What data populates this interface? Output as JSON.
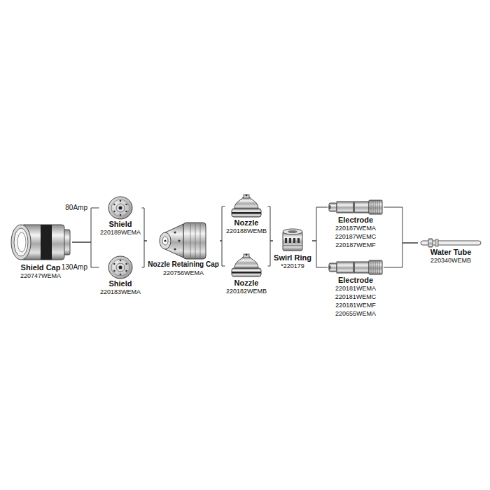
{
  "diagram": {
    "nodes": [
      {
        "text": [
          "Shield Cap",
          "220747WEMA"
        ]
      },
      {
        "text": [
          "Shield",
          "220189WEMA"
        ]
      },
      {
        "text": [
          "Shield",
          "220183WEMA"
        ]
      },
      {
        "text": [
          "Nozzle Retaining Cap",
          "220756WEMA"
        ]
      },
      {
        "text": [
          "Nozzle",
          "220188WEMB"
        ]
      },
      {
        "text": [
          "Nozzle",
          "220182WEMB"
        ]
      },
      {
        "text": [
          "Swirl Ring",
          "*220179"
        ]
      },
      {
        "text": [
          "Electrode",
          "220187WEMA",
          "220187WEMC",
          "220187WEMF"
        ]
      },
      {
        "text": [
          "Electrode",
          "220181WEMA",
          "220181WEMC",
          "220181WEMF",
          "220655WEMA"
        ]
      },
      {
        "text": [
          "Water Tube",
          "220340WEMB"
        ]
      }
    ],
    "edges": [
      {
        "from": 0,
        "to": 1,
        "arrow": "none",
        "label": "80Amp"
      },
      {
        "from": 0,
        "to": 2,
        "arrow": "none",
        "label": "130Amp"
      },
      {
        "from": 1,
        "to": 3,
        "arrow": "none"
      },
      {
        "from": 2,
        "to": 3,
        "arrow": "none"
      },
      {
        "from": 3,
        "to": 4,
        "arrow": "none"
      },
      {
        "from": 3,
        "to": 5,
        "arrow": "none"
      },
      {
        "from": 4,
        "to": 6,
        "arrow": "none"
      },
      {
        "from": 5,
        "to": 6,
        "arrow": "none"
      },
      {
        "from": 6,
        "to": 7,
        "arrow": "none"
      },
      {
        "from": 6,
        "to": 8,
        "arrow": "none"
      },
      {
        "from": 7,
        "to": 9,
        "arrow": "none"
      },
      {
        "from": 8,
        "to": 9,
        "arrow": "none"
      }
    ]
  }
}
